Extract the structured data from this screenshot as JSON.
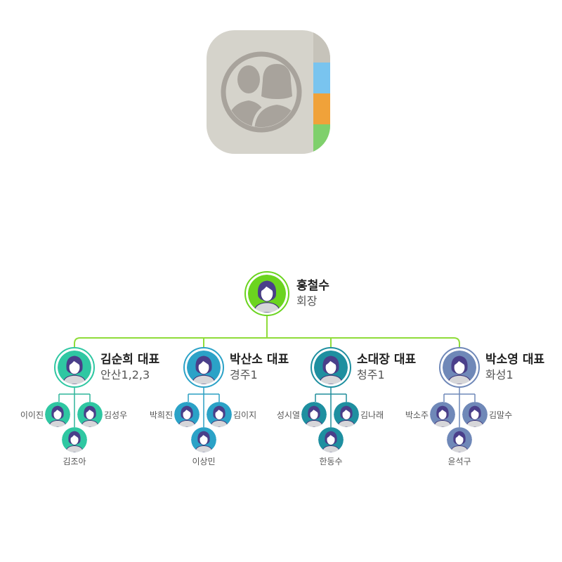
{
  "app_icon": {
    "name": "contacts-app-icon",
    "colors": {
      "body": "#d5d3cb",
      "spine": "#c6c3ba",
      "tab_blue": "#79c4ef",
      "tab_orange": "#f0a23a",
      "tab_green": "#7fd06c",
      "figure": "#a8a39c"
    }
  },
  "org": {
    "line_color": "#8fdc3a",
    "root": {
      "name": "홍철수",
      "title": "회장",
      "color": "#6bd41f"
    },
    "leads": [
      {
        "name": "김순희 대표",
        "region": "안산1,2,3",
        "color": "#2fc7a2",
        "line": "#2fb69a",
        "members": [
          {
            "name": "이이진",
            "side": "left"
          },
          {
            "name": "김성우",
            "side": "right"
          },
          {
            "name": "김조아",
            "side": "bottom"
          }
        ]
      },
      {
        "name": "박산소 대표",
        "region": "경주1",
        "color": "#2ba2c7",
        "line": "#2a9fc2",
        "members": [
          {
            "name": "박희진",
            "side": "left"
          },
          {
            "name": "김이지",
            "side": "right"
          },
          {
            "name": "이상민",
            "side": "bottom"
          }
        ]
      },
      {
        "name": "소대장 대표",
        "region": "청주1",
        "color": "#1e8fa0",
        "line": "#218d9b",
        "members": [
          {
            "name": "성시열",
            "side": "left"
          },
          {
            "name": "김나래",
            "side": "right"
          },
          {
            "name": "한동수",
            "side": "bottom"
          }
        ]
      },
      {
        "name": "박소영 대표",
        "region": "화성1",
        "color": "#6f88b8",
        "line": "#6f88b8",
        "members": [
          {
            "name": "박소주",
            "side": "left"
          },
          {
            "name": "김말수",
            "side": "right"
          },
          {
            "name": "윤석구",
            "side": "bottom"
          }
        ]
      }
    ]
  }
}
